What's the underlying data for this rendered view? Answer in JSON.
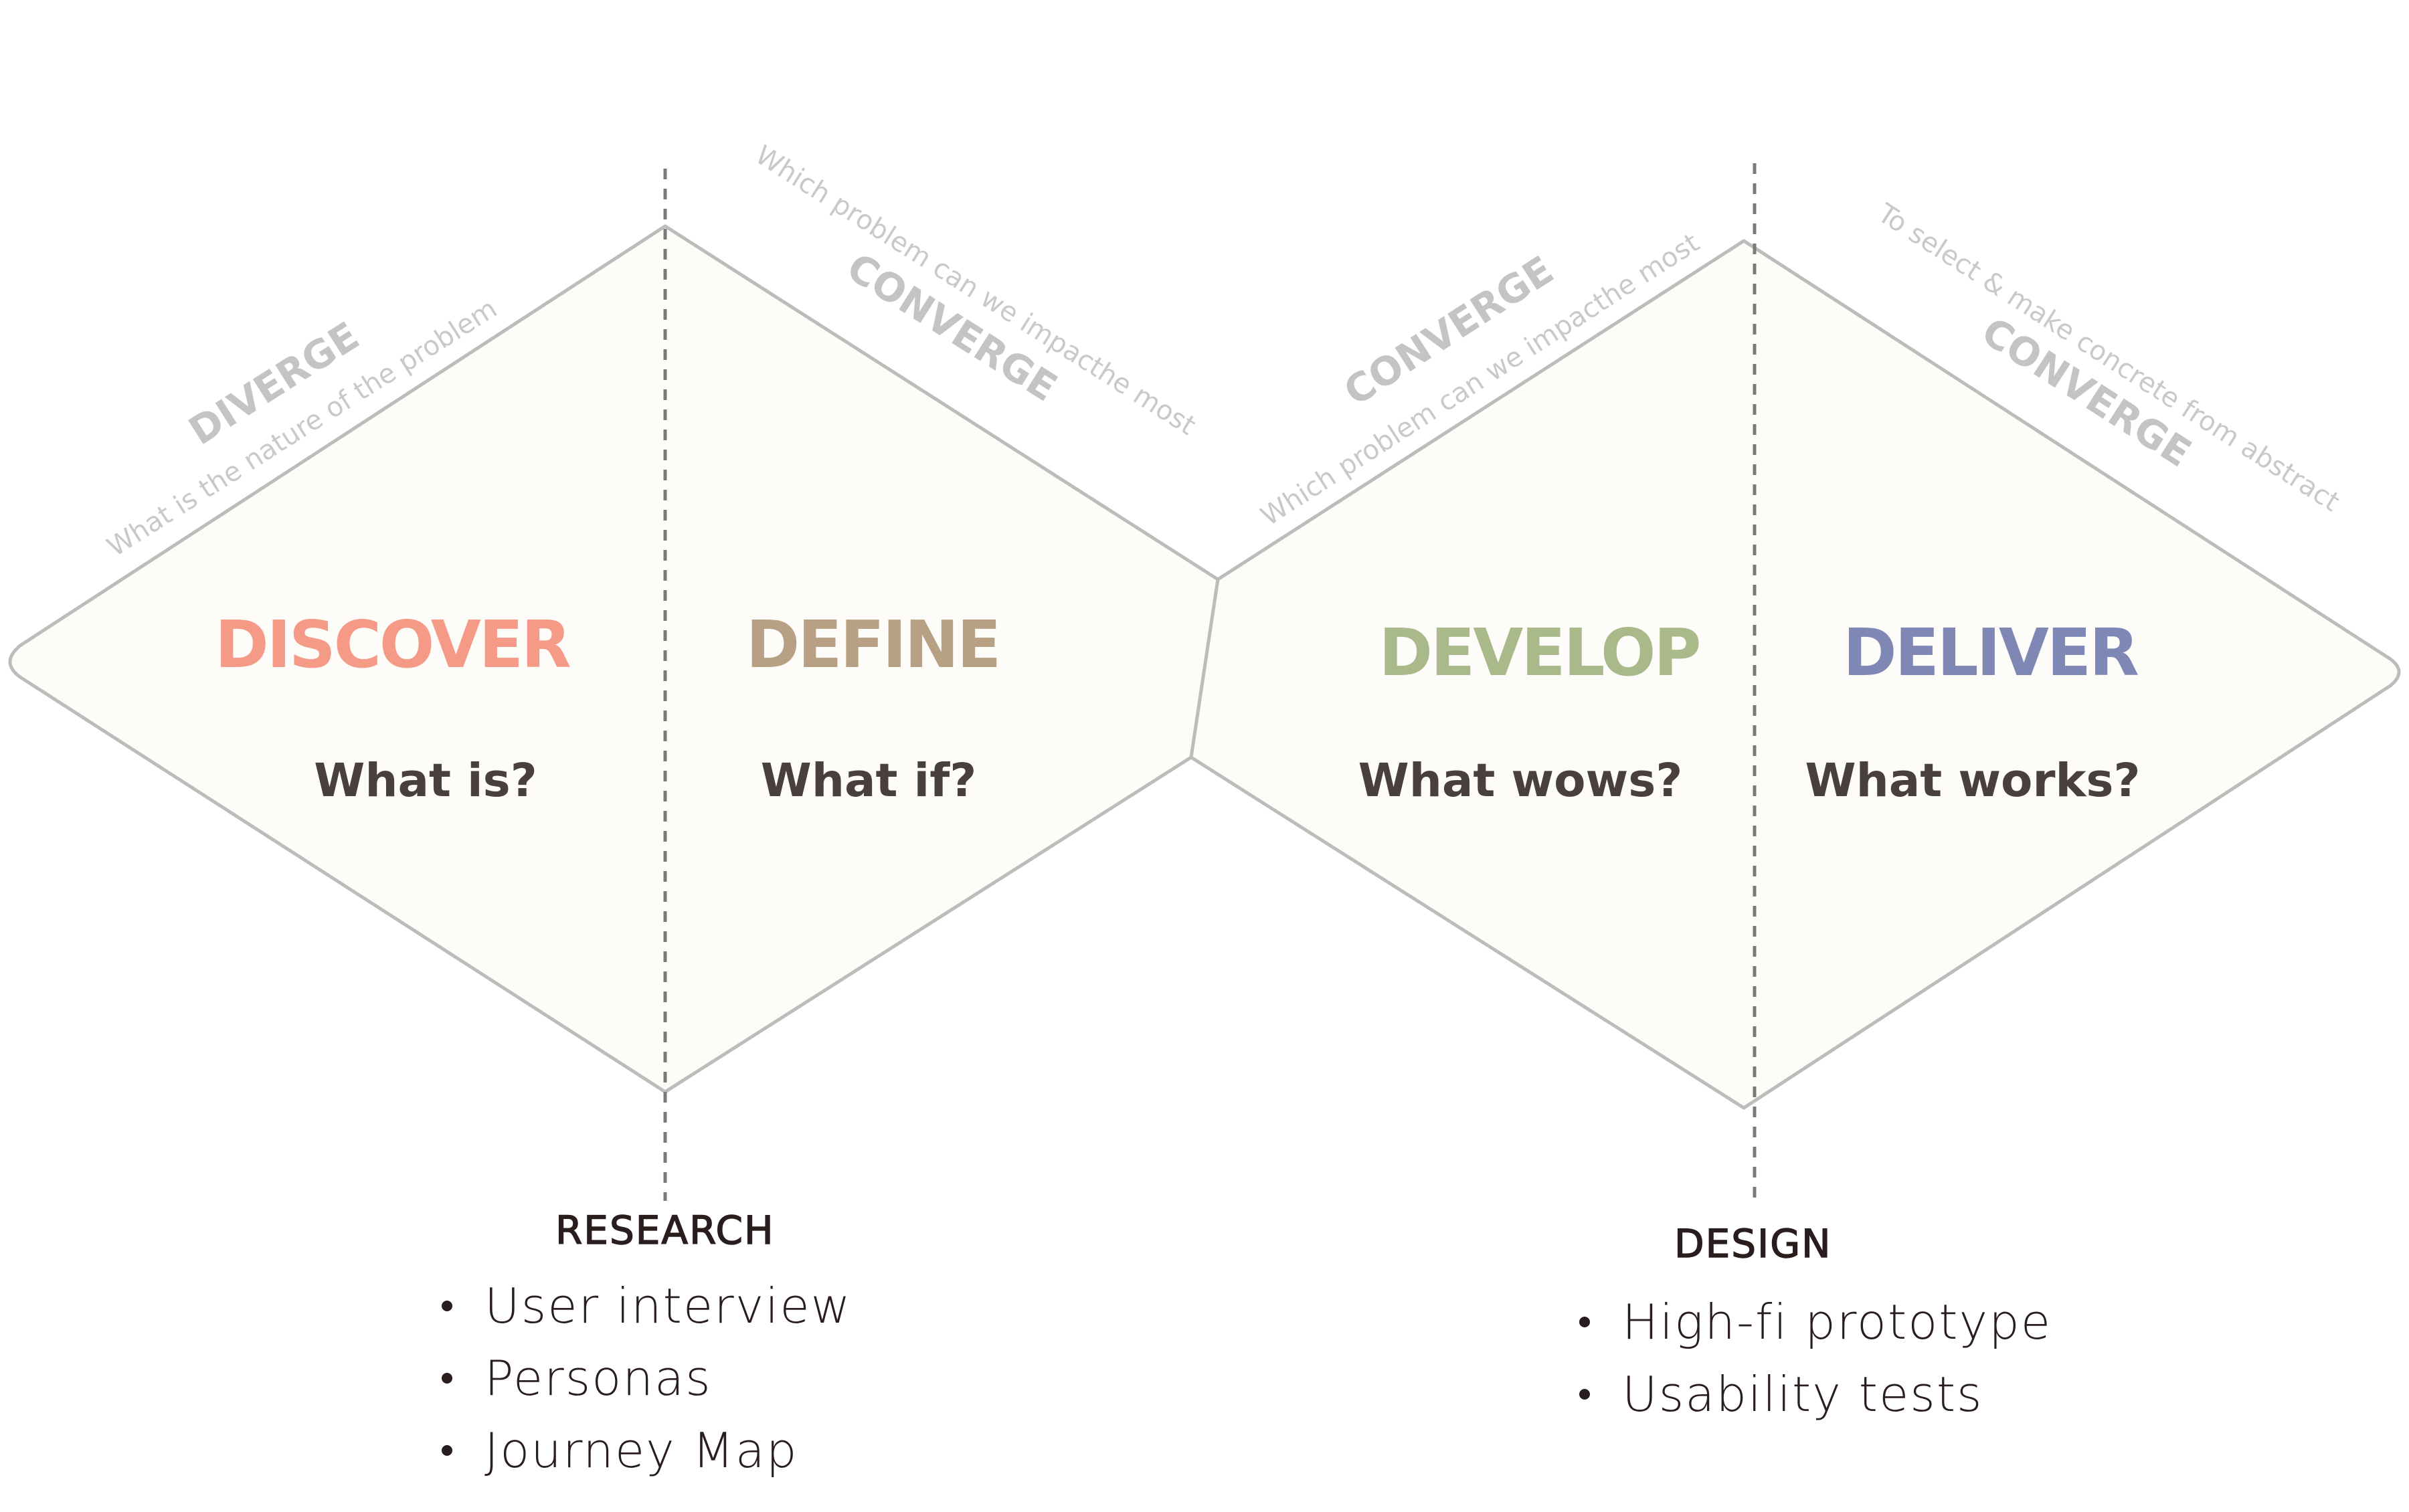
{
  "colors": {
    "outline": "#bdbcba",
    "fill": "#fdfcf8",
    "divider": "#7a7a7a",
    "question": "#4a3f3f",
    "mode_label": "#c4c4c4",
    "mode_sub": "#c9c9c9",
    "stage_text": "#2a1d1d"
  },
  "phases": [
    {
      "title": "DISCOVER",
      "question": "What is?",
      "color": "#f59a86"
    },
    {
      "title": "DEFINE",
      "question": "What if?",
      "color": "#b8a085"
    },
    {
      "title": "DEVELOP",
      "question": "What wows?",
      "color": "#a9b98a"
    },
    {
      "title": "DELIVER",
      "question": "What works?",
      "color": "#7f88b4"
    }
  ],
  "modes": [
    {
      "label": "DIVERGE",
      "subtitle": "What is the nature of the problem"
    },
    {
      "label": "CONVERGE",
      "subtitle": "Which problem can we impacthe most"
    },
    {
      "label": "CONVERGE",
      "subtitle": "Which problem can we impacthe most"
    },
    {
      "label": "CONVERGE",
      "subtitle": "To select & make concrete from abstract"
    }
  ],
  "stages": {
    "research": {
      "heading": "RESEARCH",
      "items": [
        "User interview",
        "Personas",
        "Journey Map"
      ]
    },
    "design": {
      "heading": "DESIGN",
      "items": [
        "High-fi prototype",
        "Usability tests"
      ]
    }
  }
}
